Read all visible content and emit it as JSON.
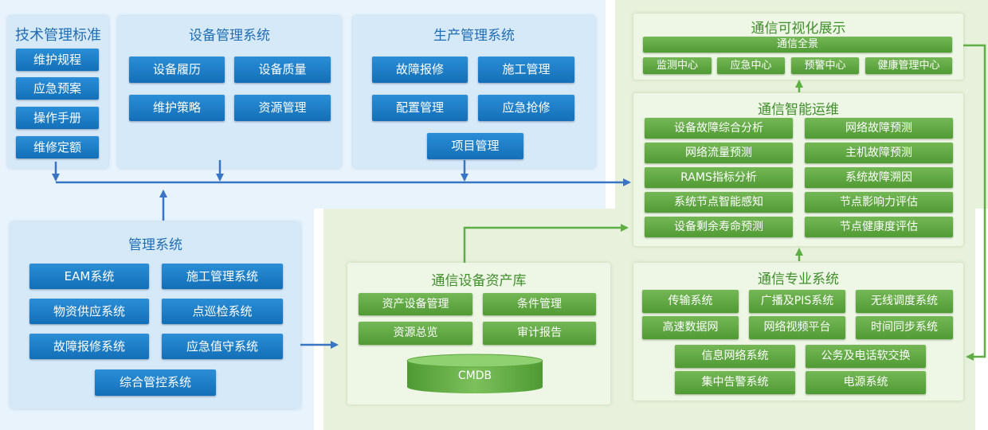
{
  "tech_standard": {
    "title": "技术管理标准",
    "items": [
      "维护规程",
      "应急预案",
      "操作手册",
      "维修定额"
    ]
  },
  "equipment_mgmt": {
    "title": "设备管理系统",
    "items": [
      "设备履历",
      "设备质量",
      "维护策略",
      "资源管理"
    ]
  },
  "production_mgmt": {
    "title": "生产管理系统",
    "items": [
      "故障报修",
      "施工管理",
      "配置管理",
      "应急抢修",
      "项目管理"
    ]
  },
  "management_system": {
    "title": "管理系统",
    "items": [
      "EAM系统",
      "施工管理系统",
      "物资供应系统",
      "点巡检系统",
      "故障报修系统",
      "应急值守系统",
      "综合管控系统"
    ]
  },
  "asset_library": {
    "title": "通信设备资产库",
    "items": [
      "资产设备管理",
      "条件管理",
      "资源总览",
      "审计报告"
    ],
    "database": "CMDB"
  },
  "visualization": {
    "title": "通信可视化展示",
    "overview": "通信全景",
    "items": [
      "监测中心",
      "应急中心",
      "预警中心",
      "健康管理中心"
    ]
  },
  "smart_ops": {
    "title": "通信智能运维",
    "left_items": [
      "设备故障综合分析",
      "网络流量预测",
      "RAMS指标分析",
      "系统节点智能感知",
      "设备剩余寿命预测"
    ],
    "right_items": [
      "网络故障预测",
      "主机故障预测",
      "系统故障溯因",
      "节点影响力评估",
      "节点健康度评估"
    ]
  },
  "professional_systems": {
    "title": "通信专业系统",
    "row1": [
      "传输系统",
      "广播及PIS系统",
      "无线调度系统"
    ],
    "row2": [
      "高速数据网",
      "网络视频平台",
      "时间同步系统"
    ],
    "row3": [
      "信息网络系统",
      "公务及电话软交换"
    ],
    "row4": [
      "集中告警系统",
      "电源系统"
    ]
  },
  "colors": {
    "blue_accent": "#1b7cc6",
    "green_accent": "#5ea63f",
    "arrow_blue": "#3a74c4",
    "arrow_green": "#5fae43"
  }
}
